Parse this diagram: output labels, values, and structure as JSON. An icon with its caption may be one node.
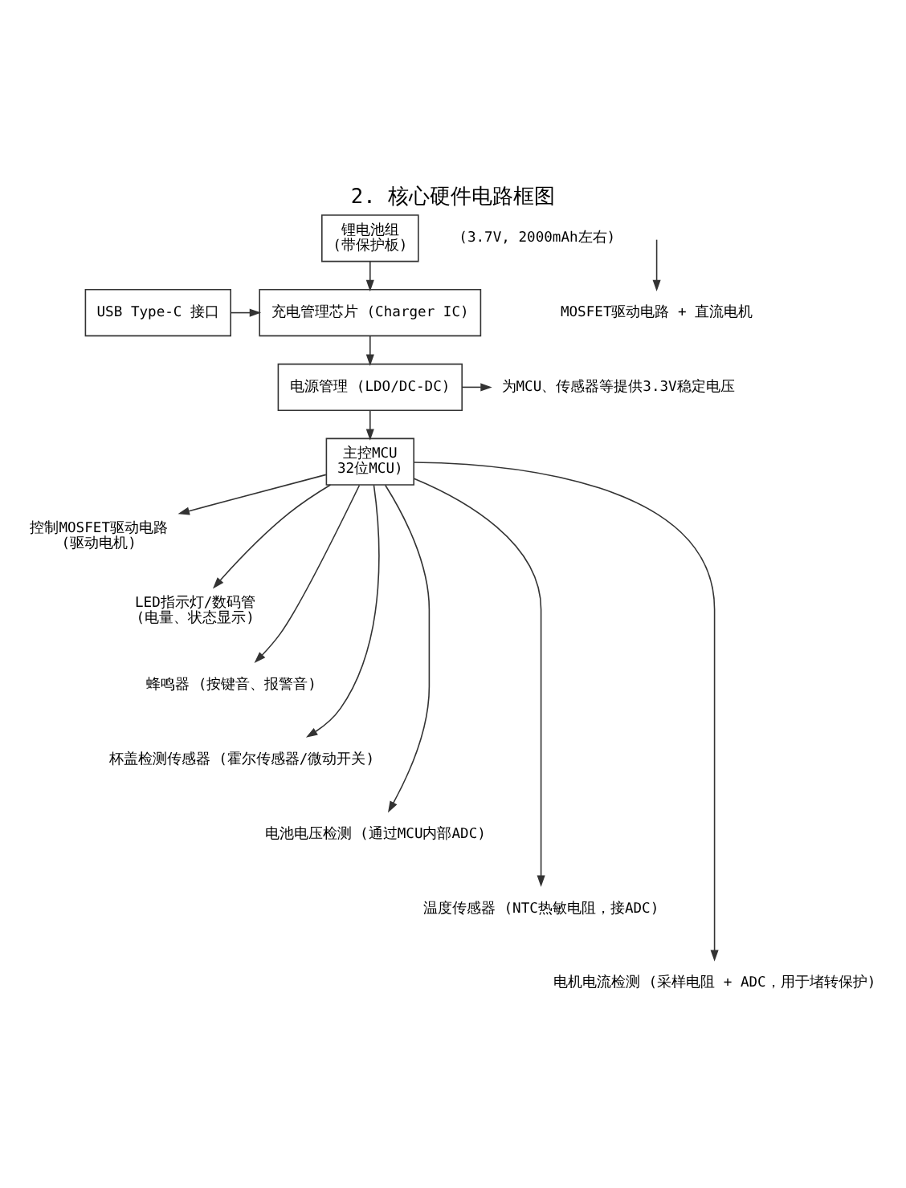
{
  "diagram": {
    "title": "2. 核心硬件电路框图",
    "nodes": [
      {
        "text": [
          "锂电池组",
          "(带保护板)"
        ],
        "beside": [
          "(3.7V, 2000mAh左右)"
        ]
      },
      {
        "text": [
          "充电管理芯片 (Charger IC)"
        ]
      },
      {
        "text": [
          "USB Type-C 接口"
        ]
      },
      {
        "text": [
          "电源管理 (LDO/DC-DC)"
        ]
      },
      {
        "text": [
          "为MCU、传感器等提供3.3V稳定电压"
        ]
      },
      {
        "text": [
          "主控MCU",
          "32位MCU)"
        ]
      },
      {
        "text": [
          "控制MOSFET驱动电路",
          "(驱动电机)"
        ]
      },
      {
        "text": [
          "LED指示灯/数码管",
          "(电量、状态显示)"
        ]
      },
      {
        "text": [
          "蜂鸣器 (按键音、报警音)"
        ]
      },
      {
        "text": [
          "杯盖检测传感器 (霍尔传感器/微动开关)"
        ]
      },
      {
        "text": [
          "电池电压检测 (通过MCU内部ADC)"
        ]
      },
      {
        "text": [
          "温度传感器 (NTC热敏电阻，接ADC)"
        ]
      },
      {
        "text": [
          "电机电流检测 (采样电阻 + ADC，用于堵转保护)"
        ]
      },
      {
        "text": [
          "MOSFET驱动电路 + 直流电机"
        ]
      }
    ],
    "edges": [
      {
        "from": 0,
        "to": 1,
        "arrow": "to"
      },
      {
        "from": 2,
        "to": 1,
        "arrow": "to"
      },
      {
        "from": 1,
        "to": 3,
        "arrow": "to"
      },
      {
        "from": 3,
        "to": 4,
        "arrow": "to"
      },
      {
        "from": 3,
        "to": 5,
        "arrow": "to"
      },
      {
        "from": 5,
        "to": 6,
        "arrow": "to"
      },
      {
        "from": 5,
        "to": 7,
        "arrow": "to"
      },
      {
        "from": 5,
        "to": 8,
        "arrow": "to"
      },
      {
        "from": 5,
        "to": 9,
        "arrow": "to"
      },
      {
        "from": 5,
        "to": 10,
        "arrow": "to"
      },
      {
        "from": 5,
        "to": 11,
        "arrow": "to"
      },
      {
        "from": 5,
        "to": 12,
        "arrow": "to"
      },
      {
        "from": null,
        "to": 13,
        "arrow": "to"
      }
    ]
  }
}
